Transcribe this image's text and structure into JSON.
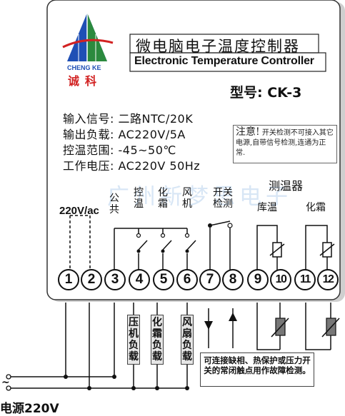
{
  "title_cn": "微电脑电子温度控制器",
  "title_en": "Electronic Temperature Controller",
  "logo": {
    "brand_en": "CHENG KE",
    "brand_cn": "诚科",
    "color_green": "#2b8a3e",
    "color_blue": "#1f4fb5",
    "color_red": "#d22222"
  },
  "model": "型号: CK-3",
  "specs": [
    {
      "label": "输入信号:",
      "value": "二路NTC/20K"
    },
    {
      "label": "输出负载:",
      "value": "AC220V/5A"
    },
    {
      "label": "控温范围:",
      "value": "-45~50℃"
    },
    {
      "label": "工作电压:",
      "value": "AC220V 50Hz"
    }
  ],
  "note": {
    "lead": "注意!",
    "text": "开关检测不可接入其它电源,自带信号检测,连通为正常."
  },
  "watermark": "广州新梦思电子",
  "sensor_header": "测温器",
  "power_rating": "220V/ac",
  "terminal_labels": {
    "common": "公共",
    "compressor": "控温",
    "defrost": "化霜",
    "fan": "风机",
    "switch": "开关检测",
    "room_temp": "库温",
    "defrost_temp": "化霜"
  },
  "terminals": [
    "1",
    "2",
    "3",
    "4",
    "5",
    "6",
    "7",
    "8",
    "9",
    "10",
    "11",
    "12"
  ],
  "loads": {
    "compressor": "压机负载",
    "defrost": "化霜负载",
    "fan": "风扇负载"
  },
  "fault_note": "可连接缺相、热保护或压力开关的常闭触点用作故障检测。",
  "power_label": "电源220V",
  "ac_symbol": "~"
}
